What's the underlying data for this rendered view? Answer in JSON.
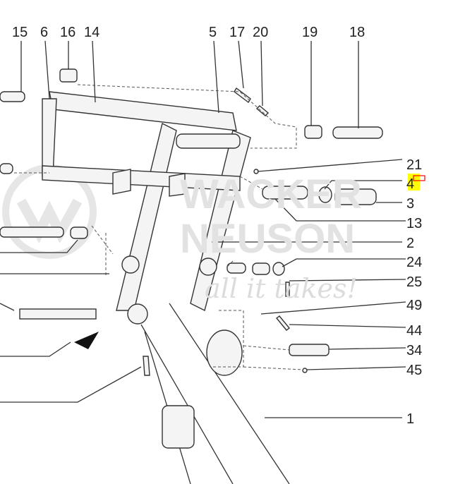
{
  "watermark": {
    "brand_line1": "WACKER",
    "brand_line2": "NEUSON",
    "tagline": "all it takes!"
  },
  "highlight_color": "#ffff00",
  "marker_color": "#ff0000",
  "callouts": {
    "top": [
      "15",
      "6",
      "16",
      "14",
      "5",
      "17",
      "20",
      "19",
      "18"
    ],
    "right": [
      "21",
      "4",
      "3",
      "13",
      "2",
      "24",
      "25",
      "49",
      "44",
      "34",
      "45",
      "1"
    ]
  },
  "highlighted_callout": "4"
}
